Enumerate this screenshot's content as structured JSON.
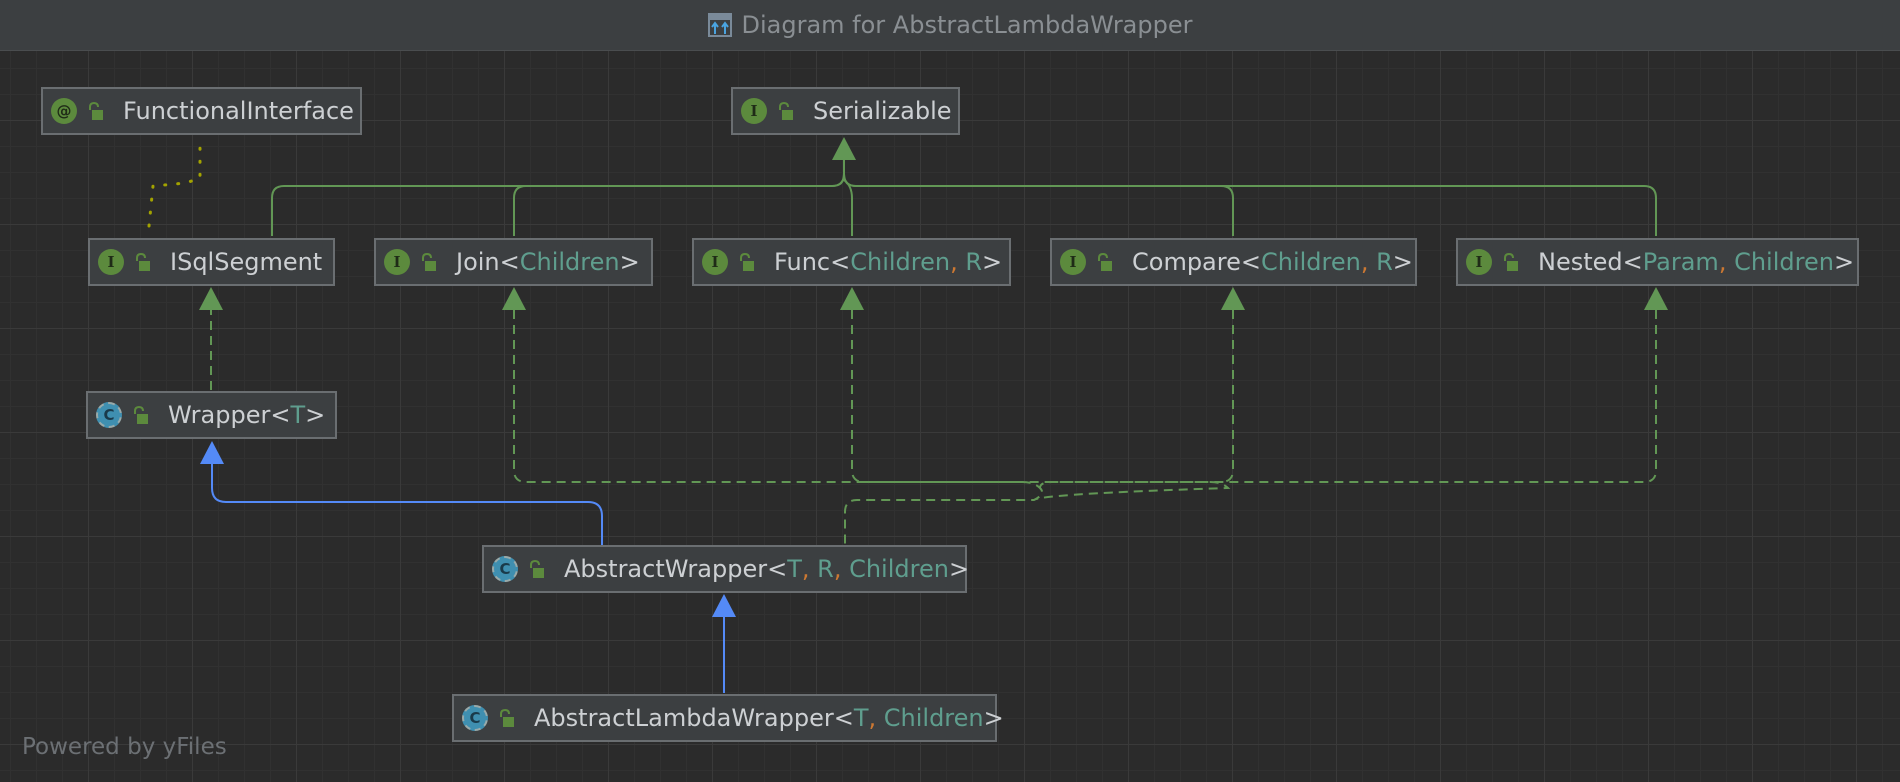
{
  "window": {
    "title": "Diagram for AbstractLambdaWrapper"
  },
  "footer": "Powered by yFiles",
  "nodes": {
    "functional_interface": {
      "kind": "annotation",
      "badge": "@",
      "name": "FunctionalInterface",
      "params": []
    },
    "serializable": {
      "kind": "interface",
      "badge": "I",
      "name": "Serializable",
      "params": []
    },
    "isql_segment": {
      "kind": "interface",
      "badge": "I",
      "name": "ISqlSegment",
      "params": []
    },
    "join": {
      "kind": "interface",
      "badge": "I",
      "name": "Join",
      "params": [
        "Children"
      ]
    },
    "func": {
      "kind": "interface",
      "badge": "I",
      "name": "Func",
      "params": [
        "Children",
        "R"
      ]
    },
    "compare": {
      "kind": "interface",
      "badge": "I",
      "name": "Compare",
      "params": [
        "Children",
        "R"
      ]
    },
    "nested": {
      "kind": "interface",
      "badge": "I",
      "name": "Nested",
      "params": [
        "Param",
        "Children"
      ]
    },
    "wrapper": {
      "kind": "abstract-class",
      "badge": "C",
      "name": "Wrapper",
      "params": [
        "T"
      ]
    },
    "abstract_wrapper": {
      "kind": "abstract-class",
      "badge": "C",
      "name": "AbstractWrapper",
      "params": [
        "T",
        "R",
        "Children"
      ]
    },
    "abstract_lambda_wrapper": {
      "kind": "abstract-class",
      "badge": "C",
      "name": "AbstractLambdaWrapper",
      "params": [
        "T",
        "Children"
      ]
    }
  },
  "edges": [
    {
      "from": "isql_segment",
      "to": "serializable",
      "type": "extends"
    },
    {
      "from": "join",
      "to": "serializable",
      "type": "extends"
    },
    {
      "from": "func",
      "to": "serializable",
      "type": "extends"
    },
    {
      "from": "compare",
      "to": "serializable",
      "type": "extends"
    },
    {
      "from": "nested",
      "to": "serializable",
      "type": "extends"
    },
    {
      "from": "isql_segment",
      "to": "functional_interface",
      "type": "annotated-by"
    },
    {
      "from": "wrapper",
      "to": "isql_segment",
      "type": "implements"
    },
    {
      "from": "abstract_wrapper",
      "to": "wrapper",
      "type": "extends-class"
    },
    {
      "from": "abstract_wrapper",
      "to": "join",
      "type": "implements"
    },
    {
      "from": "abstract_wrapper",
      "to": "func",
      "type": "implements"
    },
    {
      "from": "abstract_wrapper",
      "to": "compare",
      "type": "implements"
    },
    {
      "from": "abstract_wrapper",
      "to": "nested",
      "type": "implements"
    },
    {
      "from": "abstract_lambda_wrapper",
      "to": "abstract_wrapper",
      "type": "extends-class"
    }
  ],
  "colors": {
    "interface_edge": "#629755",
    "class_edge": "#548af7",
    "annotation_edge": "#a3a300",
    "type_param": "#5f9e8e",
    "separator": "#cc7832"
  },
  "icons": {
    "title": "diagram-icon",
    "lock": "lock-icon"
  }
}
